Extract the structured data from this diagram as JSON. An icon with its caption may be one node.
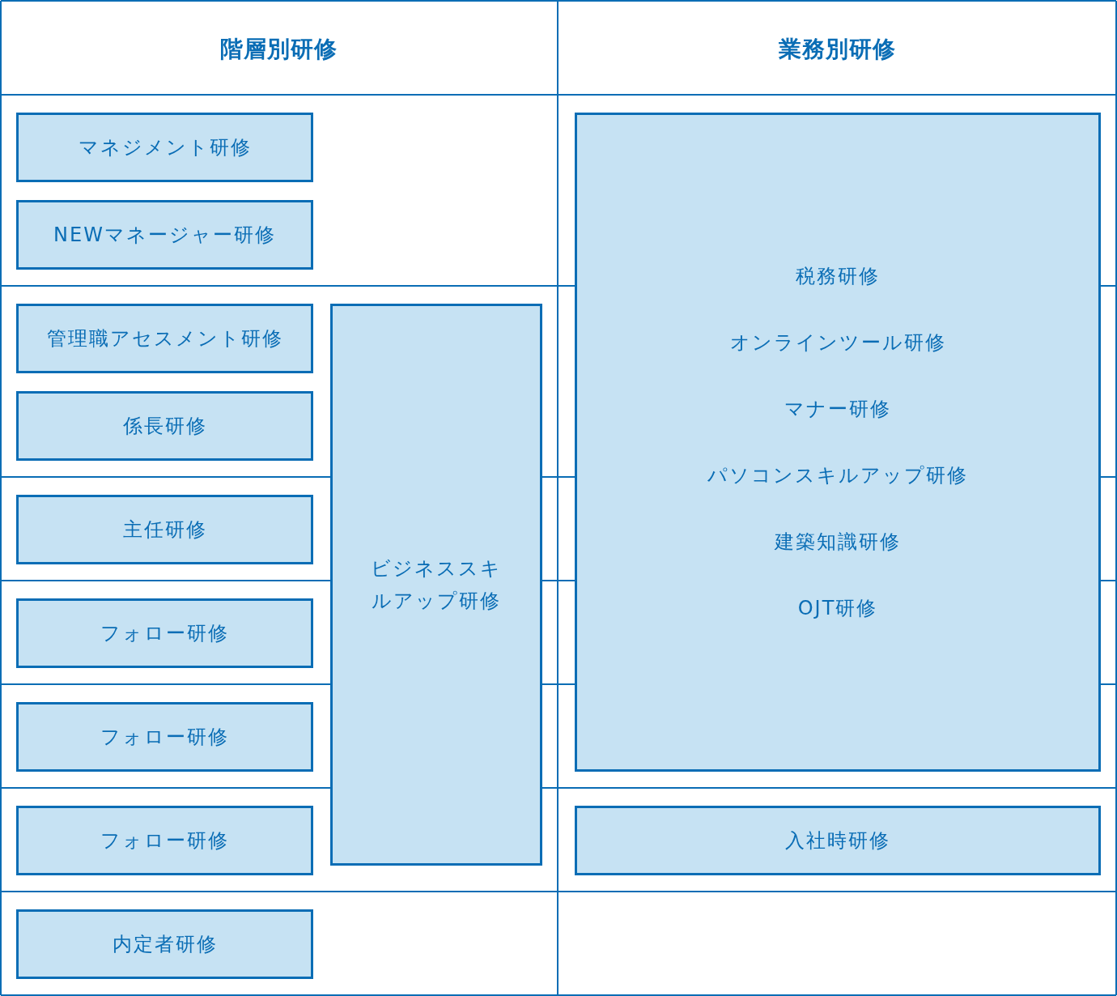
{
  "diagram": {
    "nodes": [
      {
        "text": [
          "マネジメント研修"
        ]
      },
      {
        "text": [
          "NEWマネージャー研修"
        ]
      },
      {
        "text": [
          "管理職アセスメント研修"
        ]
      },
      {
        "text": [
          "係長研修"
        ]
      },
      {
        "text": [
          "主任研修"
        ]
      },
      {
        "text": [
          "フォロー研修"
        ]
      },
      {
        "text": [
          "フォロー研修"
        ]
      },
      {
        "text": [
          "フォロー研修"
        ]
      },
      {
        "text": [
          "内定者研修"
        ]
      },
      {
        "text": [
          "ビジネススキルアップ研修"
        ]
      },
      {
        "text": [
          "税務研修",
          "オンラインツール研修",
          "マナー研修",
          "パソコンスキルアップ研修",
          "建築知識研修",
          "OJT研修"
        ]
      },
      {
        "text": [
          "入社時研修"
        ]
      }
    ],
    "labels": [
      "階層別研修",
      "業務別研修"
    ]
  }
}
